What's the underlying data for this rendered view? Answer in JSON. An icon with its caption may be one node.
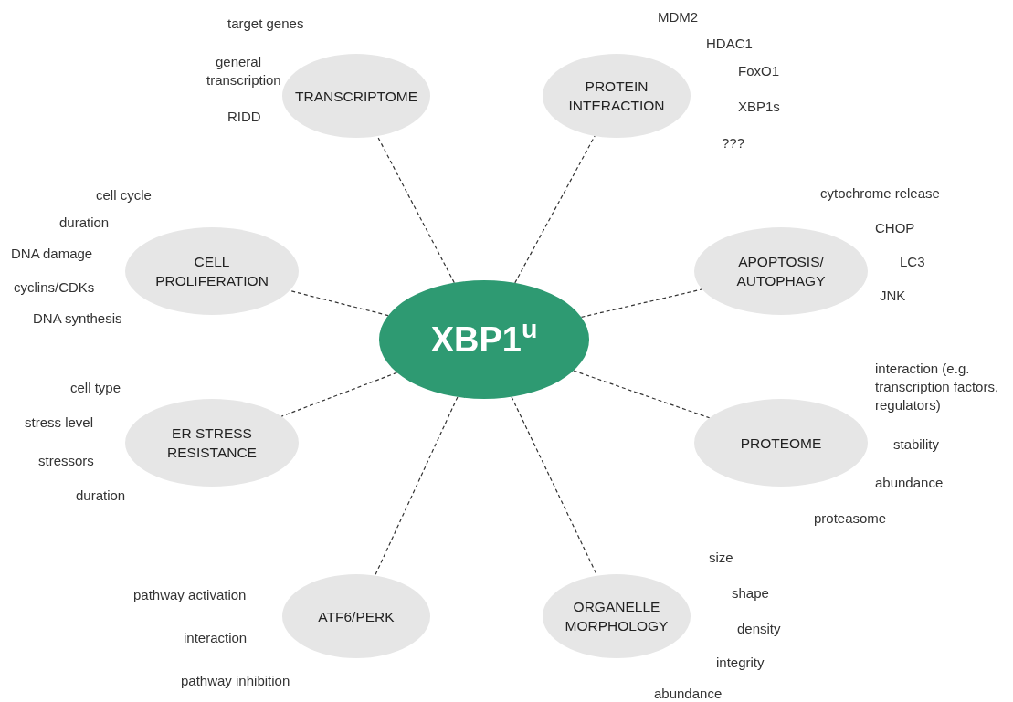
{
  "diagram": {
    "nodes": [
      {
        "text": [
          "XBP1$^{u}$"
        ]
      },
      {
        "text": [
          "TRANSCRIPTOME"
        ],
        "beside": [
          "target genes",
          "general transcription",
          "RIDD"
        ]
      },
      {
        "text": [
          "PROTEIN INTERACTION"
        ],
        "beside": [
          "MDM2",
          "HDAC1",
          "FoxO1",
          "XBP1s",
          "???"
        ]
      },
      {
        "text": [
          "CELL PROLIFERATION"
        ],
        "beside": [
          "cell cycle",
          "duration",
          "DNA damage",
          "cyclins/CDKs",
          "DNA synthesis"
        ]
      },
      {
        "text": [
          "APOPTOSIS/ AUTOPHAGY"
        ],
        "beside": [
          "cytochrome release",
          "CHOP",
          "LC3",
          "JNK"
        ]
      },
      {
        "text": [
          "ER STRESS RESISTANCE"
        ],
        "beside": [
          "cell type",
          "stress level",
          "stressors",
          "duration"
        ]
      },
      {
        "text": [
          "PROTEOME"
        ],
        "beside": [
          "interaction (e.g. transcription factors, regulators)",
          "stability",
          "abundance",
          "proteasome"
        ]
      },
      {
        "text": [
          "ATF6/PERK"
        ],
        "beside": [
          "pathway activation",
          "interaction",
          "pathway inhibition"
        ]
      },
      {
        "text": [
          "ORGANELLE MORPHOLOGY"
        ],
        "beside": [
          "size",
          "shape",
          "density",
          "integrity",
          "abundance"
        ]
      }
    ],
    "edges": [
      {
        "from": 0,
        "to": 1,
        "arrow": "none",
        "style": "dashed"
      },
      {
        "from": 0,
        "to": 2,
        "arrow": "none",
        "style": "dashed"
      },
      {
        "from": 0,
        "to": 3,
        "arrow": "none",
        "style": "dashed"
      },
      {
        "from": 0,
        "to": 4,
        "arrow": "none",
        "style": "dashed"
      },
      {
        "from": 0,
        "to": 5,
        "arrow": "none",
        "style": "dashed"
      },
      {
        "from": 0,
        "to": 6,
        "arrow": "none",
        "style": "dashed"
      },
      {
        "from": 0,
        "to": 7,
        "arrow": "none",
        "style": "dashed"
      },
      {
        "from": 0,
        "to": 8,
        "arrow": "none",
        "style": "dashed"
      }
    ]
  }
}
